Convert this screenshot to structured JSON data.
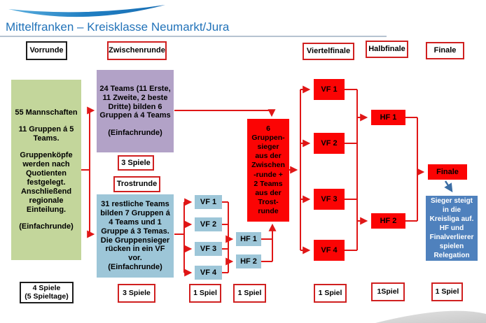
{
  "title": "Mittelfranken – Kreisklasse Neumarkt/Jura",
  "colors": {
    "title_blue": "#2273b9",
    "vorrunde_green": "#c3d69b",
    "zwischenrunde_purple": "#b2a2c7",
    "trostrunde_lightblue": "#9dc6d8",
    "bracket_red": "#fb0404",
    "info_blue": "#4f81bd",
    "border_red": "#d02020",
    "connector_red": "#e01616",
    "separator_gray": "#b6c3d1",
    "swoosh_blue": "#1f7ec2",
    "swoosh_gray": "#d7d7d7"
  },
  "stage_headers": {
    "vorrunde": "Vorrunde",
    "zwischenrunde": "Zwischenrunde",
    "viertelfinale": "Viertelfinale",
    "halbfinale": "Halbfinale",
    "finale": "Finale"
  },
  "vorrunde_box": {
    "p1": "55 Mannschaften",
    "p2": "11 Gruppen á 5 Teams.",
    "p3": "Gruppenköpfe werden nach Quotienten festgelegt. Anschließend regionale Einteilung.",
    "p4": "(Einfachrunde)"
  },
  "zwischenrunde_box": {
    "p1": "24 Teams (11 Erste, 11 Zweite, 2 beste Dritte) bilden 6 Gruppen á 4 Teams",
    "p2": "(Einfachrunde)"
  },
  "trostrunde_label": "Trostrunde",
  "trostrunde_box": {
    "p1": "31 restliche Teams bilden 7 Gruppen á 4 Teams und 1 Gruppe á 3 Temas. Die Gruppensieger rücken in ein VF vor.",
    "p2": "(Einfachrunde)"
  },
  "trost_vf": [
    "VF 1",
    "VF 2",
    "VF 3",
    "VF 4"
  ],
  "trost_hf": [
    "HF 1",
    "HF 2"
  ],
  "seed_box": "6\nGruppen-\nsieger\naus der\nZwischen\n-runde +\n2 Teams\naus der\nTrost-\nrunde",
  "main_vf": [
    "VF 1",
    "VF 2",
    "VF 3",
    "VF 4"
  ],
  "main_hf": [
    "HF 1",
    "HF 2"
  ],
  "finale_label": "Finale",
  "winner_box": "Sieger steigt\nin die\nKreisliga auf.\nHF und\nFinalverlierer\nspielen\nRelegation",
  "games_row": {
    "vorrunde_line1": "4 Spiele",
    "vorrunde_line2": "(5 Spieltage)",
    "zwischenrunde": "3 Spiele",
    "trost_vf": "1 Spiel",
    "trost_hf": "1 Spiel",
    "viertelfinale": "1 Spiel",
    "halbfinale": "1Spiel",
    "finale": "1 Spiel"
  }
}
